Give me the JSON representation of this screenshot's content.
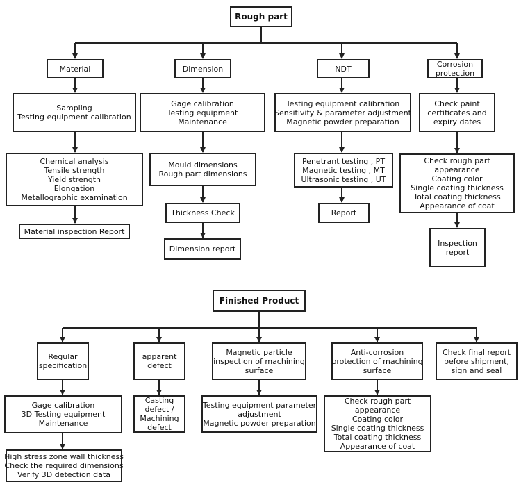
{
  "rough": {
    "root": "Rough part",
    "material": {
      "header": "Material",
      "prep": [
        "Sampling",
        "Testing equipment calibration"
      ],
      "tests": [
        "Chemical analysis",
        "Tensile strength",
        "Yield strength",
        "Elongation",
        "Metallographic examination"
      ],
      "report": "Material inspection Report"
    },
    "dimension": {
      "header": "Dimension",
      "prep": [
        "Gage calibration",
        "Testing equipment",
        "Maintenance"
      ],
      "checks": [
        "Mould dimensions",
        "Rough part dimensions"
      ],
      "thickness": "Thickness Check",
      "report": "Dimension report"
    },
    "ndt": {
      "header": "NDT",
      "prep": [
        "Testing equipment calibration",
        "Sensitivity & parameter adjustment",
        "Magnetic powder preparation"
      ],
      "tests": [
        "Penetrant testing , PT",
        "Magnetic testing , MT",
        "Ultrasonic testing , UT"
      ],
      "report": "Report"
    },
    "corrosion": {
      "header": [
        "Corrosion",
        "protection"
      ],
      "prep": [
        "Check paint",
        "certificates and",
        "expiry dates"
      ],
      "checks": [
        "Check rough part",
        "appearance",
        "Coating color",
        "Single coating thickness",
        "Total coating thickness",
        "Appearance of coat"
      ],
      "report": [
        "Inspection",
        "report"
      ]
    }
  },
  "finished": {
    "root": "Finished Product",
    "regular": {
      "header": [
        "Regular",
        "specification"
      ],
      "prep": [
        "Gage calibration",
        "3D Testing equipment",
        "Maintenance"
      ],
      "checks": [
        "High stress zone wall thickness",
        "Check the required dimensions",
        "Verify 3D detection data"
      ]
    },
    "apparent": {
      "header": [
        "apparent",
        "defect"
      ],
      "checks": [
        "Casting",
        "defect /",
        "Machining",
        "defect"
      ]
    },
    "magnetic": {
      "header": [
        "Magnetic particle",
        "inspection of machining",
        "surface"
      ],
      "checks": [
        "Testing equipment parameter",
        "adjustment",
        "Magnetic powder preparation"
      ]
    },
    "anticorrosion": {
      "header": [
        "Anti-corrosion",
        "protection of machining",
        "surface"
      ],
      "checks": [
        "Check rough part",
        "appearance",
        "Coating color",
        "Single coating thickness",
        "Total coating thickness",
        "Appearance of coat"
      ]
    },
    "final": {
      "header": [
        "Check final report",
        "before shipment,",
        "sign and seal"
      ]
    }
  }
}
